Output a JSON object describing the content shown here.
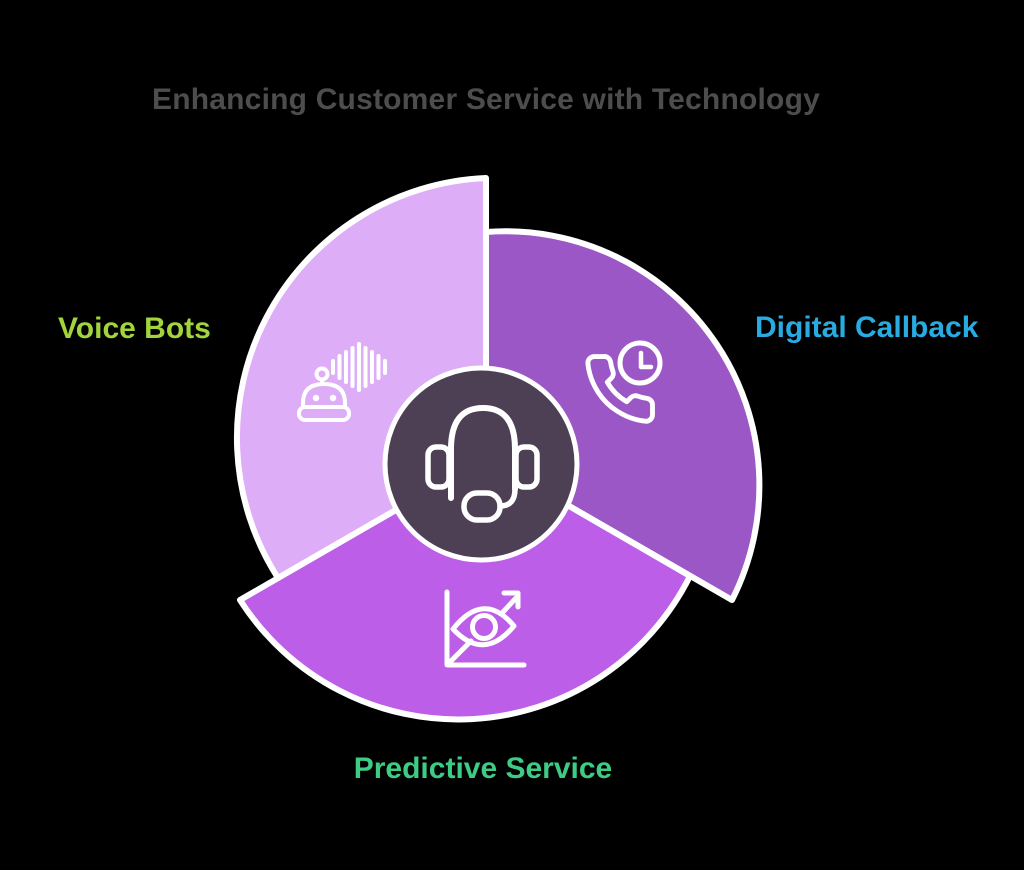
{
  "background": "#000000",
  "title": {
    "text": "Enhancing Customer Service with Technology",
    "color": "#4d4d4d"
  },
  "wheel": {
    "divider_color": "#ffffff",
    "center": {
      "icon": "headset",
      "fill": "#4d3f54",
      "ring_color": "#ffffff"
    },
    "segments": [
      {
        "id": "voice-bots",
        "label": "Voice Bots",
        "label_color": "#a2d43c",
        "fill": "#deadf7",
        "icon": "voice-bot"
      },
      {
        "id": "digital-callback",
        "label": "Digital Callback",
        "label_color": "#29abe2",
        "fill": "#9b57c5",
        "icon": "phone-clock"
      },
      {
        "id": "predictive-service",
        "label": "Predictive Service",
        "label_color": "#3ecb84",
        "fill": "#bc5ee7",
        "icon": "eye-forecast"
      }
    ]
  }
}
